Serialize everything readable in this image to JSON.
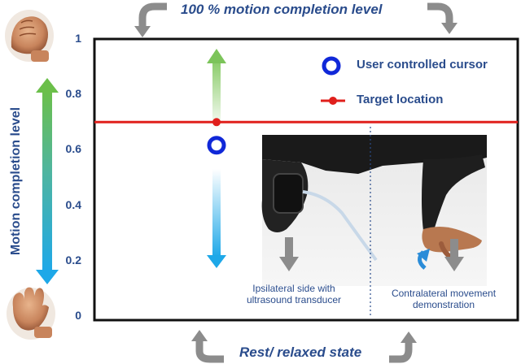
{
  "top_caption": "100 % motion completion level",
  "bottom_caption": "Rest/ relaxed state",
  "y_axis": {
    "label": "Motion completion level",
    "ticks": [
      "0",
      "0.2",
      "0.4",
      "0.6",
      "0.8",
      "1"
    ],
    "range": [
      0,
      1
    ]
  },
  "legend": {
    "cursor_label": "User controlled cursor",
    "target_label": "Target location"
  },
  "state": {
    "target_level": 0.7,
    "cursor_level": 0.64
  },
  "photo": {
    "left_label_line1": "Ipsilateral side with",
    "left_label_line2": "ultrasound transducer",
    "right_label_line1": "Contralateral movement",
    "right_label_line2": "demonstration"
  },
  "colors": {
    "text": "#2a4c8c",
    "target": "#e0201c",
    "cursor": "#1028d8",
    "gradient_top": "#6bbf4a",
    "gradient_bottom": "#1ea8e8",
    "arrow_gray": "#8c8c8c"
  },
  "icons": [
    "fist-hand-icon",
    "open-hand-icon",
    "curved-arrow-icon"
  ]
}
